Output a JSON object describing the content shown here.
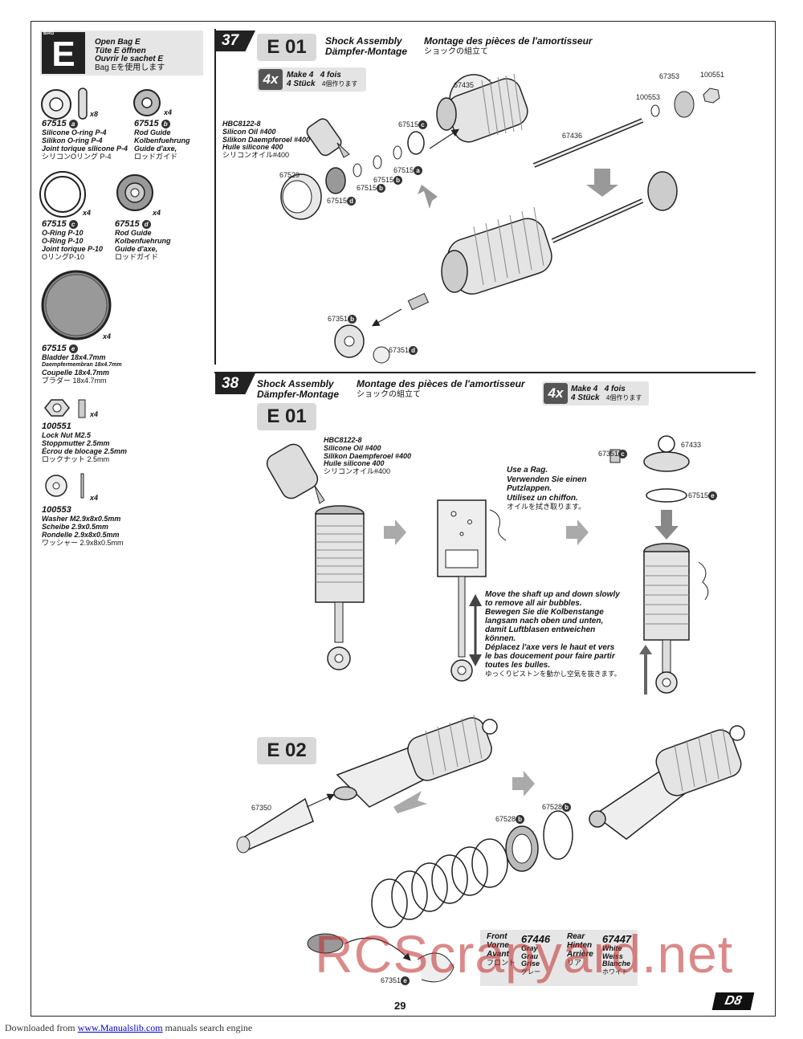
{
  "bag": {
    "tag": "BAG",
    "letter": "E",
    "lines": [
      "Open Bag E",
      "Tüte E öffnen",
      "Ouvrir le sachet E",
      "Bag Eを使用します"
    ]
  },
  "parts": [
    {
      "id": "67515",
      "badge": "a",
      "qty": "x8",
      "lines": [
        "Silicone O-ring P-4",
        "Silikon O-ring P-4",
        "Joint torique silicone P-4",
        "シリコンOリング P-4"
      ]
    },
    {
      "id": "67515",
      "badge": "b",
      "qty": "x4",
      "lines": [
        "Rod Guide",
        "Kolbenfuehrung",
        "Guide d'axe,",
        "ロッドガイド"
      ]
    },
    {
      "id": "67515",
      "badge": "c",
      "qty": "x4",
      "lines": [
        "O-Ring P-10",
        "O-Ring P-10",
        "Joint torique P-10",
        "OリングP-10"
      ]
    },
    {
      "id": "67515",
      "badge": "d",
      "qty": "x4",
      "lines": [
        "Rod Guide",
        "Kolbenfuehrung",
        "Guide d'axe,",
        "ロッドガイド"
      ]
    },
    {
      "id": "67515",
      "badge": "e",
      "qty": "x4",
      "lines": [
        "Bladder 18x4.7mm",
        "Daempfermembran 18x4.7mm",
        "Coupelle 18x4.7mm",
        "ブラダー 18x4.7mm"
      ]
    },
    {
      "id": "100551",
      "badge": "",
      "qty": "x4",
      "lines": [
        "Lock Nut M2.5",
        "Stoppmutter 2.5mm",
        "Écrou de blocage 2.5mm",
        "ロックナット 2.5mm"
      ]
    },
    {
      "id": "100553",
      "badge": "",
      "qty": "x4",
      "lines": [
        "Washer M2.9x8x0.5mm",
        "Scheibe 2.9x0.5mm",
        "Rondelle 2.9x8x0.5mm",
        "ワッシャー 2.9x8x0.5mm"
      ]
    }
  ],
  "step37": {
    "num": "37",
    "sub": "E 01",
    "title_en": "Shock Assembly",
    "title_de": "Dämpfer-Montage",
    "title_fr": "Montage des pièces de l'amortisseur",
    "title_jp": "ショックの組立て",
    "make_x": "4x",
    "make_en": "Make 4",
    "make_fr": "4 fois",
    "make_de": "4 Stück",
    "make_jp": "4個作ります",
    "oil": [
      "HBC8122-8",
      "Silicon Oil #400",
      "Silikon Daempferoel #400",
      "Huile silicone 400",
      "シリコンオイル#400"
    ],
    "labels": {
      "p67435": "67435",
      "p67353": "67353",
      "p100551": "100551",
      "p100553": "100553",
      "p67436": "67436",
      "p67515c": "67515",
      "p67515a": "67515",
      "p67515b1": "67515",
      "p67515b2": "67515",
      "p67529": "67529",
      "p67515d": "67515",
      "p67351b": "67351",
      "p67351d": "67351"
    }
  },
  "step38": {
    "num": "38",
    "sub1": "E 01",
    "sub2": "E 02",
    "title_en": "Shock Assembly",
    "title_de": "Dämpfer-Montage",
    "title_fr": "Montage des pièces de l'amortisseur",
    "title_jp": "ショックの組立て",
    "make_x": "4x",
    "make_en": "Make 4",
    "make_fr": "4 fois",
    "make_de": "4 Stück",
    "make_jp": "4個作ります",
    "oil": [
      "HBC8122-8",
      "Silicone Oil #400",
      "Silikon Daempferoel #400",
      "Huile silicone 400",
      "シリコンオイル#400"
    ],
    "rag": [
      "Use a Rag.",
      "Verwenden Sie einen",
      "Putzlappen.",
      "Utilisez un chiffon.",
      "オイルを拭き取ります。"
    ],
    "bubbles": [
      "Move the shaft up and down slowly",
      "to remove all air bubbles.",
      "Bewegen Sie die Kolbenstange",
      "langsam nach oben und unten,",
      "damit Luftblasen entweichen",
      "können.",
      "Déplacez l'axe vers le haut et vers",
      "le bas doucement pour faire partir",
      "toutes les bulles.",
      "ゆっくりピストンを動かし空気を抜きます。"
    ],
    "labels": {
      "p67351c": "67351",
      "p67433": "67433",
      "p67515e": "67515",
      "p67350": "67350",
      "p67528b1": "67528",
      "p67528b2": "67528",
      "p67351e": "67351"
    },
    "front": [
      "Front",
      "Vorne",
      "Avant",
      "フロント"
    ],
    "front_part": "67446",
    "front_color": [
      "Gray",
      "Grau",
      "Grise",
      "グレー"
    ],
    "rear": [
      "Rear",
      "Hinten",
      "Arrière",
      "リア"
    ],
    "rear_part": "67447",
    "rear_color": [
      "White",
      "Weiss",
      "Blanche",
      "ホワイト"
    ]
  },
  "page_number": "29",
  "logo": "D8",
  "watermark": "RCScrapyard.net",
  "footer": {
    "prefix": "Downloaded from",
    "link": "www.Manualslib.com",
    "suffix": "manuals search engine"
  }
}
